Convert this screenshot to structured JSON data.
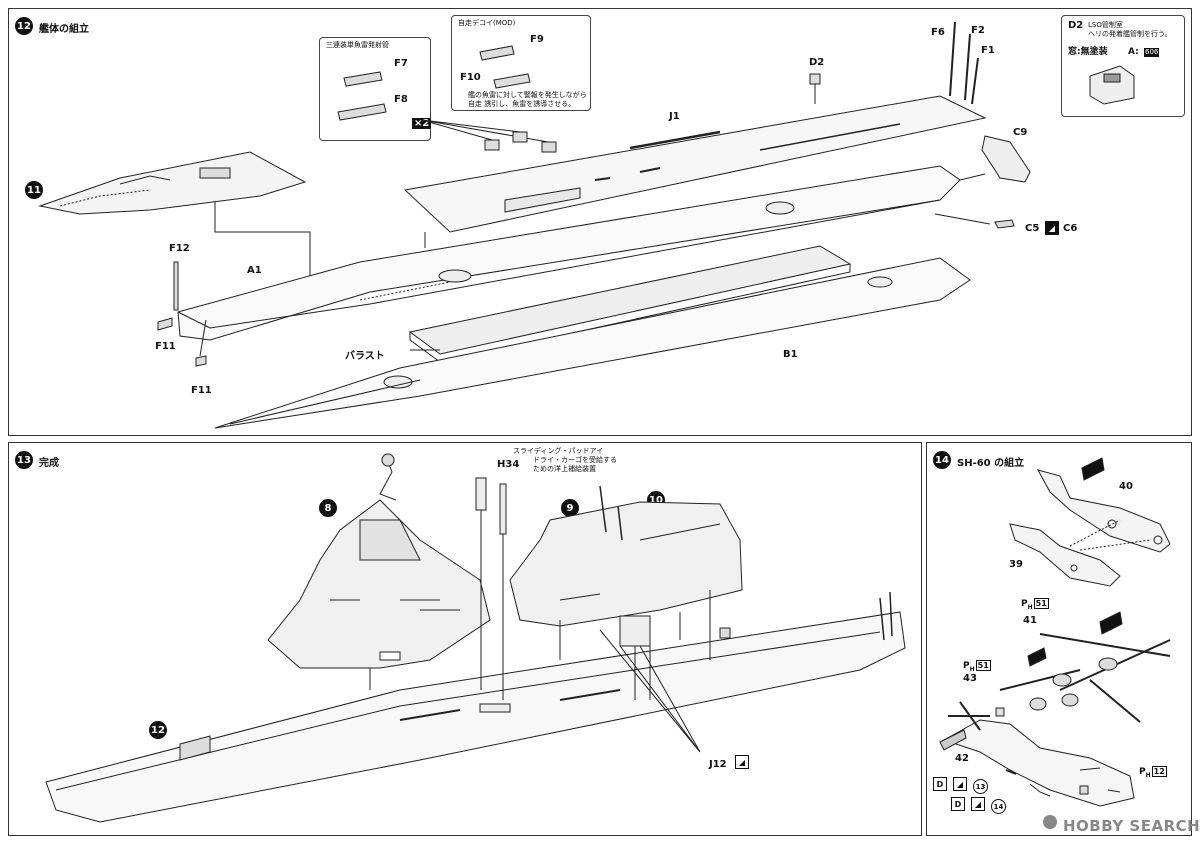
{
  "step12": {
    "num": "12",
    "title": "艦体の組立"
  },
  "step13": {
    "num": "13",
    "title": "完成"
  },
  "step14": {
    "num": "14",
    "title": "SH-60 の組立"
  },
  "sub_steps": {
    "s11": "11",
    "s12": "12",
    "s8": "8",
    "s9": "9",
    "s10": "10"
  },
  "torpedo_callout": {
    "title": "三連装単魚雷発射管",
    "f7": "F7",
    "f8": "F8",
    "count": "×2"
  },
  "decoy_callout": {
    "title": "自走デコイ(MOD)",
    "f9": "F9",
    "f10": "F10",
    "note_line1": "艦の魚雷に対して警報を発生しながら",
    "note_line2": "自走 誘引し、魚雷を誘導させる。"
  },
  "lso_callout": {
    "code": "D2",
    "line1": "LSO管制室",
    "line2": "ヘリの発着艦管制を行う。",
    "paint": "窓:無塗装",
    "paint_code": "A:",
    "paint_num": "606"
  },
  "parts12": {
    "d2": "D2",
    "j1": "J1",
    "f6": "F6",
    "f2": "F2",
    "f1": "F1",
    "c9": "C9",
    "c5": "C5",
    "c6": "C6",
    "f12": "F12",
    "a1": "A1",
    "f11a": "F11",
    "f11b": "F11",
    "ballast": "バラスト",
    "b1": "B1"
  },
  "step13_parts": {
    "h34": "H34",
    "pad_eye_title": "スライディング・パッドアイ",
    "pad_eye_line1": "ドライ・カーゴを受給する",
    "pad_eye_line2": "ための洋上補給装置",
    "j12": "J12"
  },
  "step14_parts": {
    "p40": "40",
    "p39": "39",
    "p41": "41",
    "p43": "43",
    "p42": "42",
    "ph51a": "51",
    "ph51b": "51",
    "ph12": "12",
    "ph_prefix": "P",
    "ph_sub": "H",
    "n13": "13",
    "n14": "14",
    "d_icon": "D"
  },
  "watermark": "HOBBY SEARCH"
}
